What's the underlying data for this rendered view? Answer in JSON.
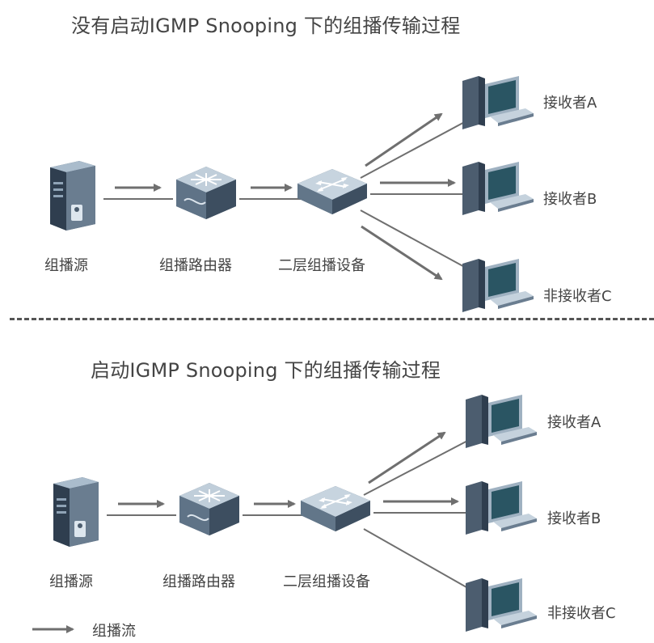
{
  "top": {
    "title": "没有启动IGMP Snooping 下的组播传输过程",
    "source_label": "组播源",
    "router_label": "组播路由器",
    "switch_label": "二层组播设备",
    "receiver_a_label": "接收者A",
    "receiver_b_label": "接收者B",
    "non_receiver_c_label": "非接收者C"
  },
  "bottom": {
    "title": "启动IGMP Snooping 下的组播传输过程",
    "source_label": "组播源",
    "router_label": "组播路由器",
    "switch_label": "二层组播设备",
    "receiver_a_label": "接收者A",
    "receiver_b_label": "接收者B",
    "non_receiver_c_label": "非接收者C"
  },
  "legend": {
    "multicast_flow_label": "组播流"
  },
  "colors": {
    "line": "#6f6f6f",
    "device_body": "#5d6f82",
    "device_dark": "#2f3e4f",
    "device_light": "#c9d6e2",
    "screen": "#2a5563"
  }
}
